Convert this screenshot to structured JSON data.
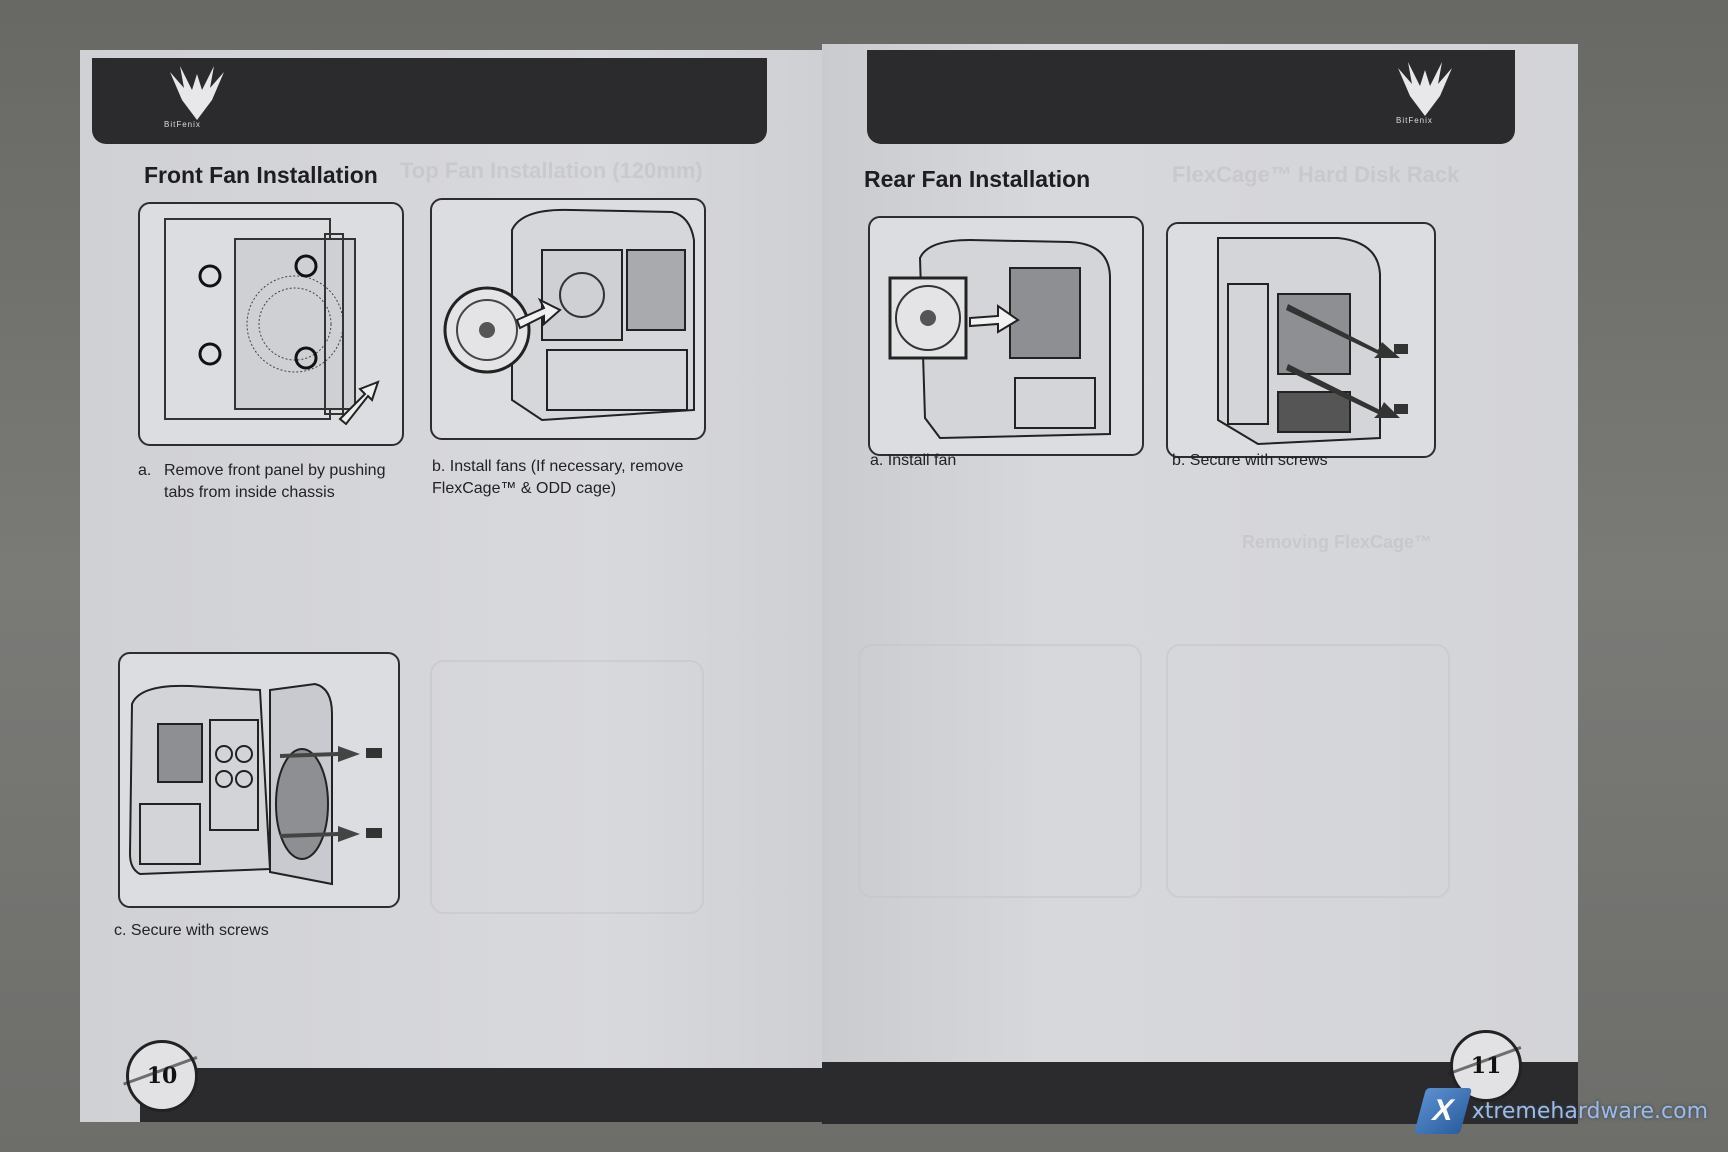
{
  "brand": {
    "logo_text": "BitFenix"
  },
  "left_page": {
    "title": "Front Fan Installation",
    "ghost_title": "Top Fan Installation (120mm)",
    "steps": [
      {
        "label": "a.",
        "text_line1": "Remove front panel by pushing",
        "text_line2": "tabs from inside chassis"
      },
      {
        "label": "b.",
        "text_line1": "Install fans (If necessary, remove",
        "text_line2": "FlexCage™ & ODD cage)"
      },
      {
        "label": "c.",
        "text_line1": "Secure with screws",
        "text_line2": ""
      }
    ],
    "page_number": "10"
  },
  "right_page": {
    "title": "Rear Fan Installation",
    "ghost_title": "FlexCage™ Hard Disk Rack",
    "ghost_subtitle": "Removing FlexCage™",
    "steps": [
      {
        "label": "a.",
        "text": "Install fan"
      },
      {
        "label": "b.",
        "text": "Secure with screws"
      }
    ],
    "page_number": "11"
  },
  "watermark": {
    "text": "xtremehardware.com",
    "mark": "X"
  },
  "colors": {
    "band": "#2b2b2d",
    "page": "#d4d5d9",
    "ink": "#222222"
  }
}
